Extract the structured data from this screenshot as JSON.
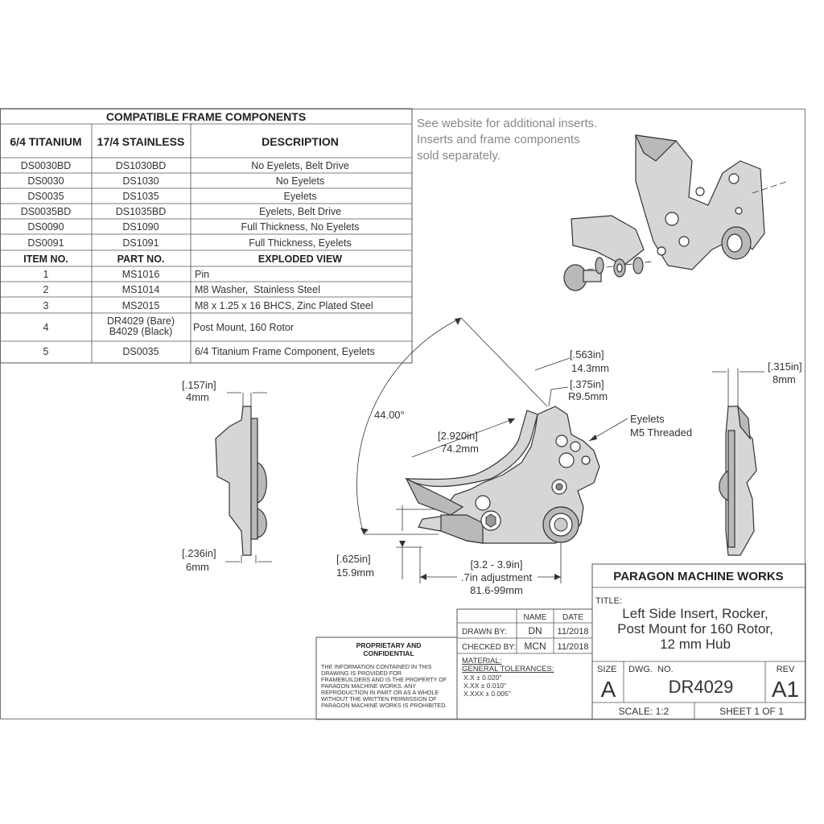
{
  "components_table": {
    "title": "COMPATIBLE FRAME COMPONENTS",
    "headers": [
      "6/4 TITANIUM",
      "17/4 STAINLESS",
      "DESCRIPTION"
    ],
    "rows": [
      [
        "DS0030BD",
        "DS1030BD",
        "No Eyelets, Belt Drive"
      ],
      [
        "DS0030",
        "DS1030",
        "No Eyelets"
      ],
      [
        "DS0035",
        "DS1035",
        "Eyelets"
      ],
      [
        "DS0035BD",
        "DS1035BD",
        "Eyelets, Belt Drive"
      ],
      [
        "DS0090",
        "DS1090",
        "Full Thickness, No Eyelets"
      ],
      [
        "DS0091",
        "DS1091",
        "Full Thickness, Eyelets"
      ]
    ]
  },
  "exploded_table": {
    "headers": [
      "ITEM NO.",
      "PART NO.",
      "EXPLODED VIEW"
    ],
    "rows": [
      {
        "item": "1",
        "part": [
          "MS1016"
        ],
        "desc": "Pin"
      },
      {
        "item": "2",
        "part": [
          "MS1014"
        ],
        "desc": "M8 Washer,  Stainless Steel"
      },
      {
        "item": "3",
        "part": [
          "MS2015"
        ],
        "desc": "M8 x 1.25 x 16 BHCS, Zinc Plated Steel"
      },
      {
        "item": "4",
        "part": [
          "DR4029 (Bare)",
          "B4029 (Black)"
        ],
        "desc": "Post Mount, 160 Rotor"
      },
      {
        "item": "5",
        "part": [
          "DS0035"
        ],
        "desc": "6/4 Titanium Frame Component, Eyelets"
      }
    ]
  },
  "note": [
    "See website for additional inserts.",
    "Inserts and frame components",
    "sold separately."
  ],
  "dimensions": {
    "left_top": [
      "[.157in]",
      "4mm"
    ],
    "left_bottom": [
      "[.236in]",
      "6mm"
    ],
    "angle": "44.00°",
    "width_292": [
      "[2.920in]",
      "74.2mm"
    ],
    "d563": [
      "[.563in]",
      "14.3mm"
    ],
    "d375": [
      "[.375in]",
      "R9.5mm"
    ],
    "eyelets": [
      "Eyelets",
      "M5 Threaded"
    ],
    "d625": [
      "[.625in]",
      "15.9mm"
    ],
    "adjust": [
      "[3.2 - 3.9in]",
      ".7in adjustment",
      "81.6-99mm"
    ],
    "right_top": [
      "[.315in]",
      "8mm"
    ]
  },
  "title_block": {
    "company": "PARAGON MACHINE WORKS",
    "title_label": "TITLE:",
    "title_lines": [
      "Left Side Insert, Rocker,",
      "Post Mount for 160 Rotor,",
      "12 mm Hub"
    ],
    "name_header": "NAME",
    "date_header": "DATE",
    "drawn_by_label": "DRAWN BY:",
    "drawn_by_name": "DN",
    "drawn_by_date": "11/2018",
    "checked_by_label": "CHECKED BY:",
    "checked_by_name": "MCN",
    "checked_by_date": "11/2018",
    "material_label": "MATERIAL:",
    "tolerances_label": "GENERAL TOLERANCES:",
    "tolerances": [
      "X.X ± 0.020\"",
      "X.XX ± 0.010\"",
      "X.XXX ± 0.005\""
    ],
    "proprietary_title": [
      "PROPRIETARY AND",
      "CONFIDENTIAL"
    ],
    "proprietary_text": [
      "THE INFORMATION CONTAINED IN THIS",
      "DRAWING IS PROVIDED FOR",
      "FRAMEBUILDERS AND IS THE PROPERTY OF",
      "PARAGON MACHINE WORKS. ANY",
      "REPRODUCTION IN PART OR AS A WHOLE",
      "WITHOUT THE WRITTEN PERMISSION OF",
      "PARAGON MACHINE WORKS IS PROHIBITED."
    ],
    "size_label": "SIZE",
    "size": "A",
    "dwg_no_label": "DWG.  NO.",
    "dwg_no": "DR4029",
    "rev_label": "REV",
    "rev": "A1",
    "scale": "SCALE: 1:2",
    "sheet": "SHEET 1 OF 1"
  }
}
